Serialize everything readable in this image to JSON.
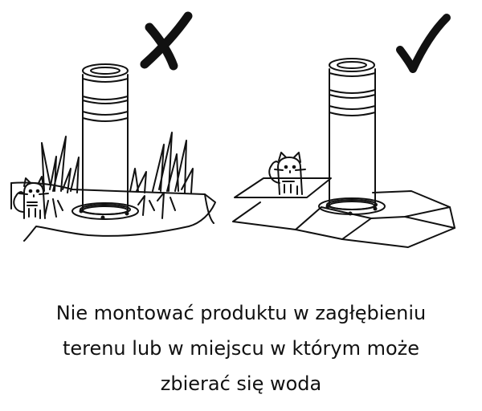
{
  "scenes": [
    {
      "id": "wrong",
      "verdict": "incorrect",
      "mark_icon": "cross-mark-icon",
      "setting": "grass-in-depression"
    },
    {
      "id": "right",
      "verdict": "correct",
      "mark_icon": "check-mark-icon",
      "setting": "paved-surface"
    }
  ],
  "colors": {
    "ink": "#111111",
    "background": "#ffffff"
  },
  "caption": {
    "line1": "Nie montować produktu w zagłębieniu",
    "line2": "terenu lub w miejscu w którym może",
    "line3": "zbierać się woda"
  }
}
